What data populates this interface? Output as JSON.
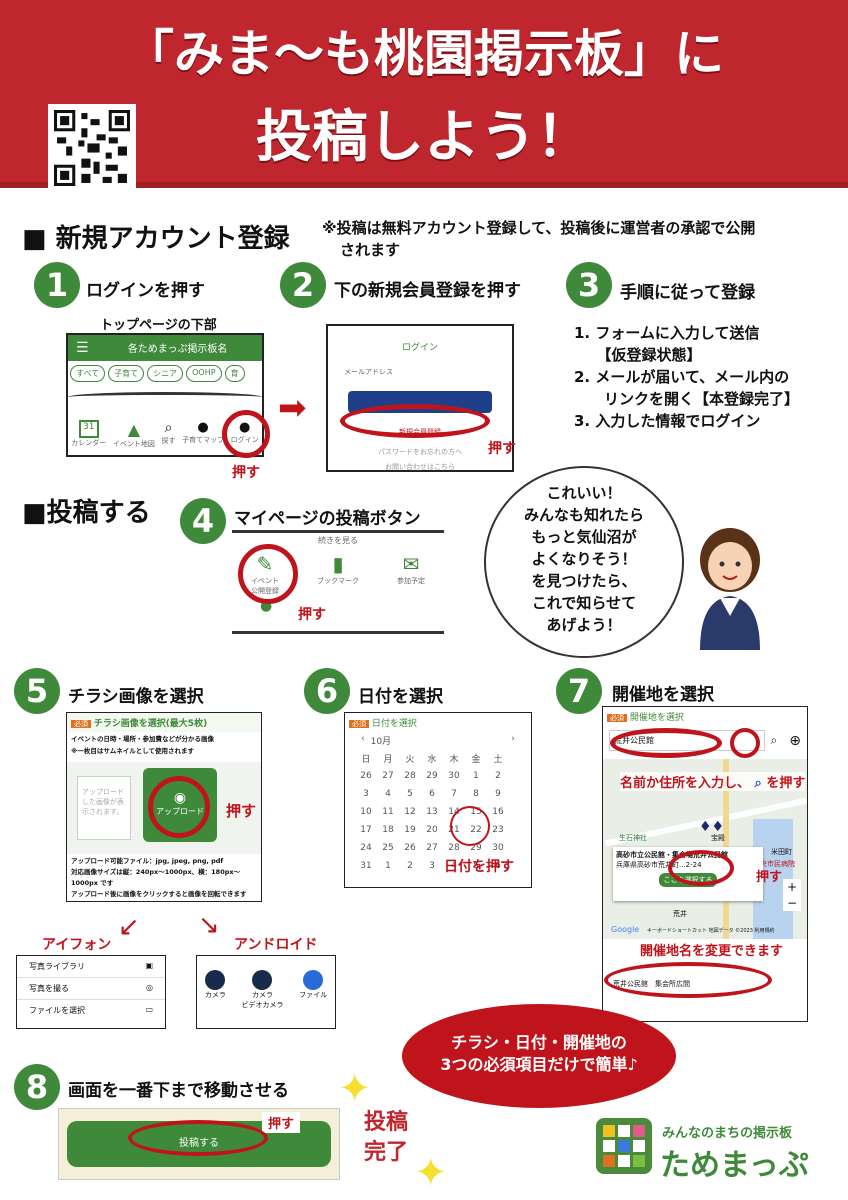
{
  "header": {
    "line1": "「みま～も桃園掲示板」に",
    "line2": "投稿しよう！"
  },
  "section1": {
    "title": "■ 新規アカウント登録",
    "note1": "※投稿は無料アカウント登録して、投稿後に運営者の承認で公開",
    "note2": "されます"
  },
  "step1": {
    "num": "1",
    "label": "ログインを押す",
    "caption": "トップページの下部",
    "app_title": "各ためまっぷ掲示板名",
    "chips": [
      "すべて",
      "子育て",
      "シニア",
      "OOHP",
      "育"
    ],
    "tabs": [
      "カレンダー",
      "イベント地図",
      "探す",
      "子育てマップ",
      "ログイン"
    ],
    "cal_day": "31",
    "push": "押す"
  },
  "step2": {
    "num": "2",
    "label": "下の新規会員登録を押す",
    "login": "ログイン",
    "mail": "メールアドレス",
    "register": "新規会員登録",
    "forgot": "パスワードをお忘れの方へ",
    "contact": "お問い合わせはこちら",
    "push": "押す"
  },
  "step3": {
    "num": "3",
    "label": "手順に従って登録",
    "items": [
      "1.  フォームに入力して送信",
      "　　【仮登録状態】",
      "2.  メールが届いて、メール内の",
      "　　リンクを開く【本登録完了】",
      "3.  入力した情報でログイン"
    ]
  },
  "section2": {
    "title": "■投稿する"
  },
  "step4": {
    "num": "4",
    "label": "マイページの投稿ボタン",
    "top": "続きを見る",
    "btn1": "イベント",
    "btn1b": "公開登録",
    "btn2": "ブックマーク",
    "btn3": "参加予定",
    "push": "押す"
  },
  "bubble": {
    "lines": [
      "これいい！",
      "みんなも知れたら",
      "もっと気仙沼が",
      "よくなりそう！",
      "を見つけたら、",
      "これで知らせて",
      "あげよう！"
    ]
  },
  "step5": {
    "num": "5",
    "label": "チラシ画像を選択",
    "required": "必須",
    "form_title": "チラシ画像を選択(最大5枚)",
    "desc1": "イベントの日時・場所・参加費などが分かる画像",
    "desc2": "※一枚目はサムネイルとして使用されます",
    "placeholder": "アップロードした画像が表示されます。",
    "upload": "アップロード",
    "push": "押す",
    "foot": [
      "アップロード可能ファイル：jpg, jpeg, png, pdf",
      "対応画像サイズは縦：240px〜1000px、横：180px〜1000px です",
      "アップロード後に画像をクリックすると画像を回転できます"
    ]
  },
  "step6": {
    "num": "6",
    "label": "日付を選択",
    "required": "必須",
    "form_title": "日付を選択",
    "month": "10月",
    "weekdays": [
      "日",
      "月",
      "火",
      "水",
      "木",
      "金",
      "土"
    ],
    "rows": [
      [
        "26",
        "27",
        "28",
        "29",
        "30",
        "1",
        "2"
      ],
      [
        "3",
        "4",
        "5",
        "6",
        "7",
        "8",
        "9"
      ],
      [
        "10",
        "11",
        "12",
        "13",
        "14",
        "15",
        "16"
      ],
      [
        "17",
        "18",
        "19",
        "20",
        "21",
        "22",
        "23"
      ],
      [
        "24",
        "25",
        "26",
        "27",
        "28",
        "29",
        "30"
      ],
      [
        "31",
        "1",
        "2",
        "3",
        "4",
        "5",
        "6"
      ]
    ],
    "push": "日付を押す"
  },
  "step7": {
    "num": "7",
    "label": "開催地を選択",
    "required": "必須",
    "form_title": "開催地を選択",
    "input": "荒井公民館",
    "hint": "名前か住所を入力し、",
    "hint2": "を押す",
    "popup_title": "高砂市立公民館・集会場荒井公民館",
    "popup_addr": "兵庫県高砂市荒井町...2-24",
    "select": "ここを選択する",
    "push": "押す",
    "map_labels": [
      "生石神社",
      "米田町",
      "中央市民病院",
      "荒井",
      "宝殿"
    ],
    "google": "Google",
    "map_foot": "キーボードショートカット  地図データ ©2023  利用規約",
    "change": "開催地名を変更できます",
    "field": "荒井公民館　集会所広間"
  },
  "phone": {
    "ios": "アイフォン",
    "android": "アンドロイド",
    "ios_items": [
      "写真ライブラリ",
      "写真を撮る",
      "ファイルを選択"
    ],
    "android_items": [
      "カメラ",
      "カメラ",
      "ファイル"
    ],
    "android_sub": "ビデオカメラ"
  },
  "cloud": {
    "line1": "チラシ・日付・開催地の",
    "line2": "3つの必須項目だけで簡単♪"
  },
  "step8": {
    "num": "8",
    "label": "画面を一番下まで移動させる",
    "button": "投稿する",
    "push": "押す"
  },
  "done": {
    "line1": "投稿",
    "line2": "完了"
  },
  "brand": {
    "tagline": "みんなのまちの掲示板",
    "name": "ためまっぷ"
  }
}
